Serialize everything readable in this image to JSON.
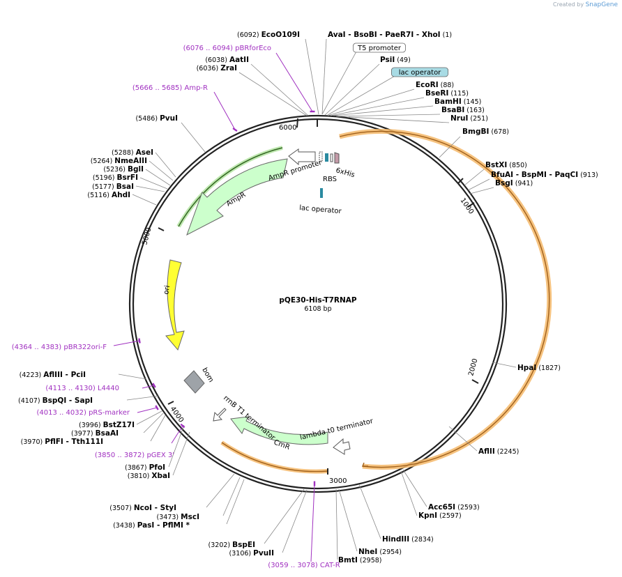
{
  "watermark": {
    "prefix": "Created by",
    "brand": "SnapGene"
  },
  "plasmid": {
    "name": "pQE30-His-T7RNAP",
    "size_label": "6108 bp",
    "length": 6108
  },
  "colors": {
    "backbone": "#222222",
    "orf": "#f5b86a",
    "ampr": "#ccffcc",
    "ori": "#ffff33",
    "bom": "#9ea3a8",
    "lacop": "#2a8aa0",
    "primer": "#a030c0",
    "line": "#777777"
  },
  "ticks": [
    {
      "bp": 1000,
      "label": "1000"
    },
    {
      "bp": 2000,
      "label": "2000"
    },
    {
      "bp": 3000,
      "label": "3000"
    },
    {
      "bp": 4000,
      "label": "4000"
    },
    {
      "bp": 5000,
      "label": "5000"
    },
    {
      "bp": 6000,
      "label": "6000"
    }
  ],
  "enzymes": [
    {
      "id": "ecoo109i",
      "name": "EcoO109I",
      "pos_label": "(6092)",
      "bp": 6092
    },
    {
      "id": "top",
      "name": "AvaI   - BsoBI   - PaeR7I   - XhoI",
      "pos_label": "(1)",
      "bp": 1
    },
    {
      "id": "aatii",
      "name": "AatII",
      "pos_label": "(6038)",
      "bp": 6038
    },
    {
      "id": "zrai",
      "name": "ZraI",
      "pos_label": "(6036)",
      "bp": 6036
    },
    {
      "id": "psii",
      "name": "PsiI",
      "pos_label": "(49)",
      "bp": 49
    },
    {
      "id": "ecori",
      "name": "EcoRI",
      "pos_label": "(88)",
      "bp": 88
    },
    {
      "id": "beseri",
      "name": "BseRI",
      "pos_label": "(115)",
      "bp": 115
    },
    {
      "id": "bamhi",
      "name": "BamHI",
      "pos_label": "(145)",
      "bp": 145
    },
    {
      "id": "bsabi",
      "name": "BsaBI",
      "pos_label": "(163)",
      "bp": 163
    },
    {
      "id": "nrui",
      "name": "NruI",
      "pos_label": "(251)",
      "bp": 251
    },
    {
      "id": "bmgbi",
      "name": "BmgBI",
      "pos_label": "(678)",
      "bp": 678
    },
    {
      "id": "bstxi",
      "name": "BstXI",
      "pos_label": "(850)",
      "bp": 850
    },
    {
      "id": "bfuai",
      "name": "BfuAI   - BspMI   - PaqCI",
      "pos_label": "(913)",
      "bp": 913
    },
    {
      "id": "bsgi",
      "name": "BsgI",
      "pos_label": "(941)",
      "bp": 941
    },
    {
      "id": "hpai",
      "name": "HpaI",
      "pos_label": "(1827)",
      "bp": 1827
    },
    {
      "id": "aflii",
      "name": "AflII",
      "pos_label": "(2245)",
      "bp": 2245
    },
    {
      "id": "acc65i",
      "name": "Acc65I",
      "pos_label": "(2593)",
      "bp": 2593
    },
    {
      "id": "kpni",
      "name": "KpnI",
      "pos_label": "(2597)",
      "bp": 2597
    },
    {
      "id": "hindiii",
      "name": "HindIII",
      "pos_label": "(2834)",
      "bp": 2834
    },
    {
      "id": "nhei",
      "name": "NheI",
      "pos_label": "(2954)",
      "bp": 2954
    },
    {
      "id": "bmti",
      "name": "BmtI",
      "pos_label": "(2958)",
      "bp": 2958
    },
    {
      "id": "pvuii",
      "name": "PvuII",
      "pos_label": "(3106)",
      "bp": 3106
    },
    {
      "id": "bspei",
      "name": "BspEI",
      "pos_label": "(3202)",
      "bp": 3202
    },
    {
      "id": "pasi",
      "name": "PasI   - PflMI *",
      "pos_label": "(3438)",
      "bp": 3438
    },
    {
      "id": "msci",
      "name": "MscI",
      "pos_label": "(3473)",
      "bp": 3473
    },
    {
      "id": "ncoi",
      "name": "NcoI   - StyI",
      "pos_label": "(3507)",
      "bp": 3507
    },
    {
      "id": "xbai",
      "name": "XbaI",
      "pos_label": "(3810)",
      "bp": 3810
    },
    {
      "id": "pfoi",
      "name": "PfoI",
      "pos_label": "(3867)",
      "bp": 3867
    },
    {
      "id": "pflfi",
      "name": "PflFI   - Tth111I",
      "pos_label": "(3970)",
      "bp": 3970
    },
    {
      "id": "bsaai",
      "name": "BsaAI",
      "pos_label": "(3977)",
      "bp": 3977
    },
    {
      "id": "bstz17i",
      "name": "BstZ17I",
      "pos_label": "(3996)",
      "bp": 3996
    },
    {
      "id": "bspqi",
      "name": "BspQI   - SapI",
      "pos_label": "(4107)",
      "bp": 4107
    },
    {
      "id": "afliii",
      "name": "AflIII   - PciI",
      "pos_label": "(4223)",
      "bp": 4223
    },
    {
      "id": "ahdi",
      "name": "AhdI",
      "pos_label": "(5116)",
      "bp": 5116
    },
    {
      "id": "bsai",
      "name": "BsaI",
      "pos_label": "(5177)",
      "bp": 5177
    },
    {
      "id": "bsrfi",
      "name": "BsrFI",
      "pos_label": "(5196)",
      "bp": 5196
    },
    {
      "id": "bgli",
      "name": "BglI",
      "pos_label": "(5236)",
      "bp": 5236
    },
    {
      "id": "nmeaiii",
      "name": "NmeAIII",
      "pos_label": "(5264)",
      "bp": 5264
    },
    {
      "id": "asei",
      "name": "AseI",
      "pos_label": "(5288)",
      "bp": 5288
    },
    {
      "id": "pvui",
      "name": "PvuI",
      "pos_label": "(5486)",
      "bp": 5486
    }
  ],
  "primers": [
    {
      "id": "pbrforeco",
      "label": "(6076 .. 6094)  pBRforEco",
      "start": 6076,
      "end": 6094
    },
    {
      "id": "ampr-primer",
      "label": "(5666 .. 5685)  Amp-R",
      "start": 5666,
      "end": 5685
    },
    {
      "id": "pbr322ori-f",
      "label": "(4364 .. 4383)  pBR322ori-F",
      "start": 4364,
      "end": 4383
    },
    {
      "id": "l4440",
      "label": "(4113 .. 4130)  L4440",
      "start": 4113,
      "end": 4130
    },
    {
      "id": "prs-marker",
      "label": "(4013 .. 4032)  pRS-marker",
      "start": 4013,
      "end": 4032
    },
    {
      "id": "pgex3",
      "label": "(3850 .. 3872)  pGEX 3'",
      "start": 3850,
      "end": 3872
    },
    {
      "id": "cat-r",
      "label": "(3059 .. 3078)  CAT-R",
      "start": 3059,
      "end": 3078
    }
  ],
  "features": [
    {
      "id": "t5-promoter",
      "label": "T5 promoter"
    },
    {
      "id": "lac-operator-box",
      "label": "lac operator"
    },
    {
      "id": "ampr-promoter",
      "label": "AmpR promoter"
    },
    {
      "id": "ampr",
      "label": "AmpR"
    },
    {
      "id": "ori",
      "label": "ori"
    },
    {
      "id": "bom",
      "label": "bom"
    },
    {
      "id": "rbs",
      "label": "RBS"
    },
    {
      "id": "sixhis",
      "label": "6xHis"
    },
    {
      "id": "lac-operator",
      "label": "lac operator"
    },
    {
      "id": "rrnb",
      "label": "rrnB T1 terminator"
    },
    {
      "id": "cmr",
      "label": "CmR"
    },
    {
      "id": "lambda",
      "label": "lambda t0 terminator"
    }
  ]
}
